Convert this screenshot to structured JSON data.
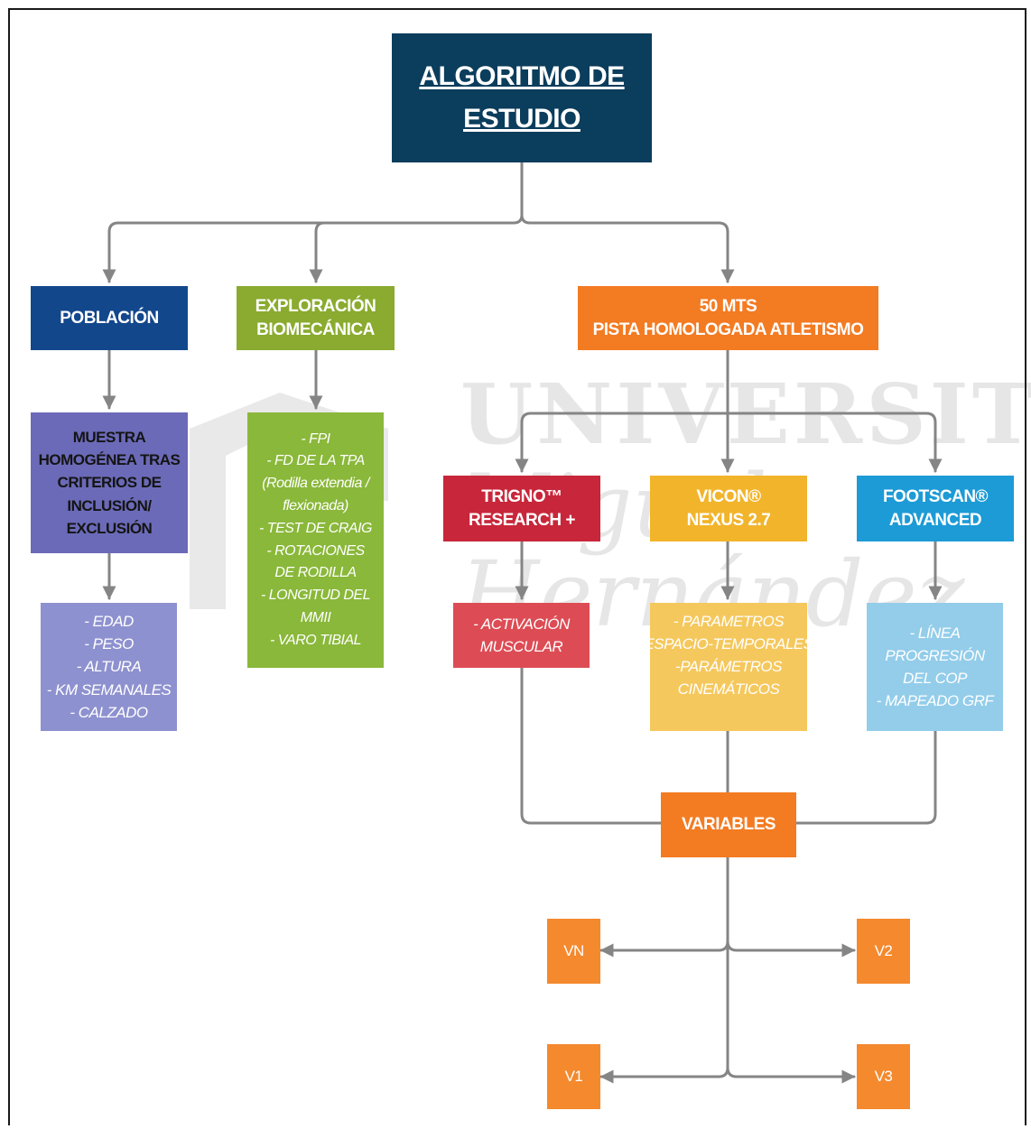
{
  "title_lines": [
    "ALGORITMO DE",
    "ESTUDIO"
  ],
  "poblacion": {
    "label": "POBLACIÓN"
  },
  "exploracion": {
    "lines": [
      "EXPLORACIÓN",
      "BIOMECÁNICA"
    ]
  },
  "pista": {
    "lines": [
      "50 MTS",
      "PISTA HOMOLOGADA ATLETISMO"
    ]
  },
  "muestra": {
    "lines": [
      "MUESTRA",
      "HOMOGÉNEA TRAS",
      "CRITERIOS DE",
      "INCLUSIÓN/",
      "EXCLUSIÓN"
    ]
  },
  "demograficos": {
    "items": [
      "- EDAD",
      "- PESO",
      "- ALTURA",
      "- KM SEMANALES",
      "- CALZADO"
    ]
  },
  "exploracion_items": {
    "items": [
      "- FPI",
      "- FD DE  LA TPA",
      "(Rodilla extendia /",
      "flexionada)",
      "- TEST DE CRAIG",
      "- ROTACIONES",
      "DE RODILLA",
      "- LONGITUD DEL",
      "MMII",
      "- VARO TIBIAL"
    ]
  },
  "trigno": {
    "lines": [
      "TRIGNO™",
      "RESEARCH +"
    ]
  },
  "vicon": {
    "lines": [
      "VICON®",
      "NEXUS 2.7"
    ]
  },
  "footscan": {
    "lines": [
      "FOOTSCAN®",
      "ADVANCED"
    ]
  },
  "trigno_items": {
    "items": [
      "- ACTIVACIÓN",
      "MUSCULAR"
    ]
  },
  "vicon_items": {
    "items": [
      "- PARAMETROS",
      "ESPACIO-TEMPORALES",
      "-PARÁMETROS",
      "CINEMÁTICOS"
    ]
  },
  "footscan_items": {
    "items": [
      "- LÍNEA",
      "PROGRESIÓN",
      "DEL COP",
      "- MAPEADO GRF"
    ]
  },
  "variables": {
    "label": "VARIABLES"
  },
  "outputs": {
    "vn": "VN",
    "v2": "V2",
    "v1": "V1",
    "v3": "V3"
  },
  "watermark": {
    "lines": [
      "UNIVERSITAS",
      "Miguel",
      "Hernández"
    ]
  },
  "colors": {
    "title": "#0b3d5c",
    "poblacion": "#13478c",
    "exploracion": "#8aab2f",
    "exploracion_items": "#8ab83a",
    "pista": "#f37b22",
    "muestra": "#6b6ab8",
    "demograficos": "#8e91cf",
    "trigno": "#c8263a",
    "trigno_items": "#dd4c55",
    "vicon": "#f2b42a",
    "vicon_items": "#f5c85d",
    "footscan": "#1c9bd6",
    "footscan_items": "#93cdea",
    "variables": "#f37b22",
    "outputs": "#f4892e",
    "connector": "#858585"
  }
}
